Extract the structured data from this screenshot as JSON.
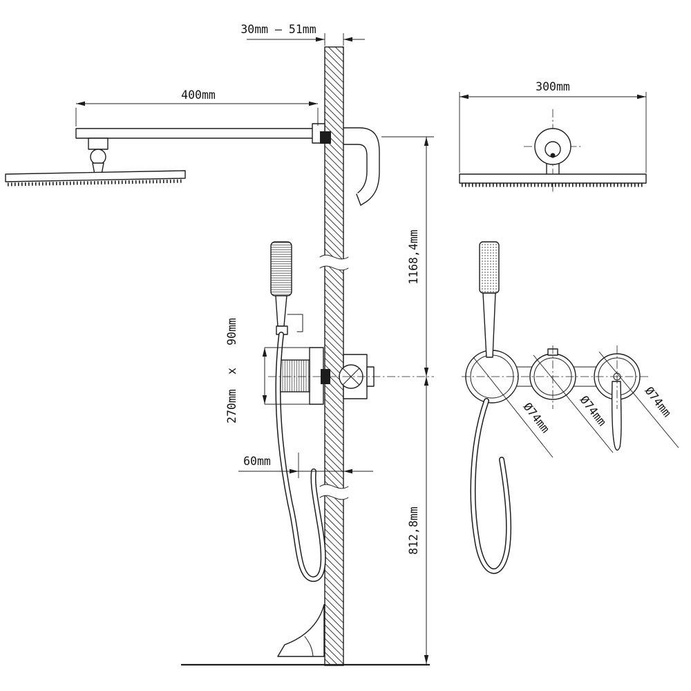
{
  "colors": {
    "background": "#ffffff",
    "line": "#1c1c1c"
  },
  "labels": {
    "wall_thickness": "30mm – 51mm",
    "arm_length": "400mm",
    "head_width": "300mm",
    "upper_height": "1168,4mm",
    "lower_height": "812,8mm",
    "valve_height": "90mm",
    "valve_separator": "x",
    "valve_width": "270mm",
    "spout_offset": "60mm",
    "diameter_left": "Ø74mm",
    "diameter_middle": "Ø74mm",
    "diameter_right": "Ø74mm"
  }
}
